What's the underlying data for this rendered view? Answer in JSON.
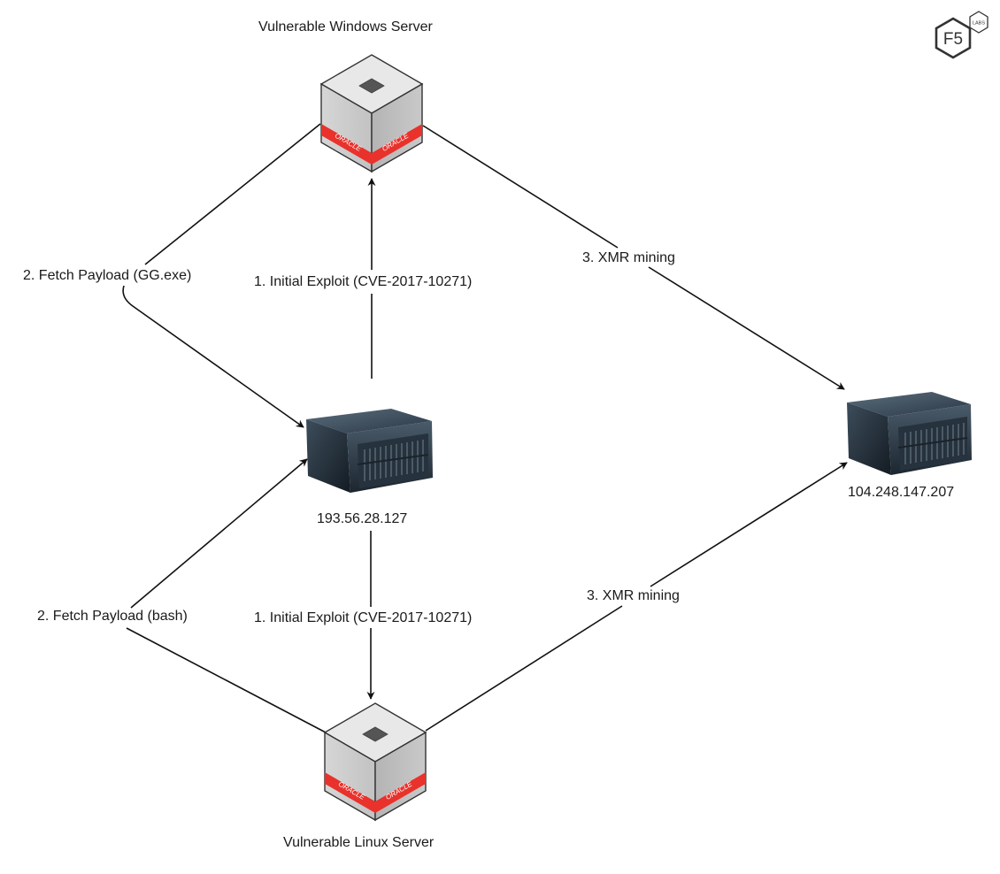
{
  "diagram": {
    "logo": {
      "brand": "F5",
      "sub": "LABS",
      "color": "#333333"
    },
    "nodes": {
      "windows_server": {
        "title": "Vulnerable Windows Server",
        "badge_text": "ORACLE",
        "badge_color": "#e8322b"
      },
      "attacker_server": {
        "label": "193.56.28.127"
      },
      "mining_server": {
        "label": "104.248.147.207"
      },
      "linux_server": {
        "title": "Vulnerable Linux Server",
        "badge_text": "ORACLE",
        "badge_color": "#e8322b"
      }
    },
    "edges": [
      {
        "id": "exploit-windows",
        "from": "attacker_server",
        "to": "windows_server",
        "label": "1. Initial Exploit (CVE-2017-10271)"
      },
      {
        "id": "payload-windows",
        "from": "windows_server",
        "to": "attacker_server",
        "label": "2. Fetch Payload (GG.exe)"
      },
      {
        "id": "mining-windows",
        "from": "windows_server",
        "to": "mining_server",
        "label": "3. XMR mining"
      },
      {
        "id": "exploit-linux",
        "from": "attacker_server",
        "to": "linux_server",
        "label": "1. Initial Exploit (CVE-2017-10271)"
      },
      {
        "id": "payload-linux",
        "from": "linux_server",
        "to": "attacker_server",
        "label": "2. Fetch Payload (bash)"
      },
      {
        "id": "mining-linux",
        "from": "linux_server",
        "to": "mining_server",
        "label": "3. XMR mining"
      }
    ]
  }
}
